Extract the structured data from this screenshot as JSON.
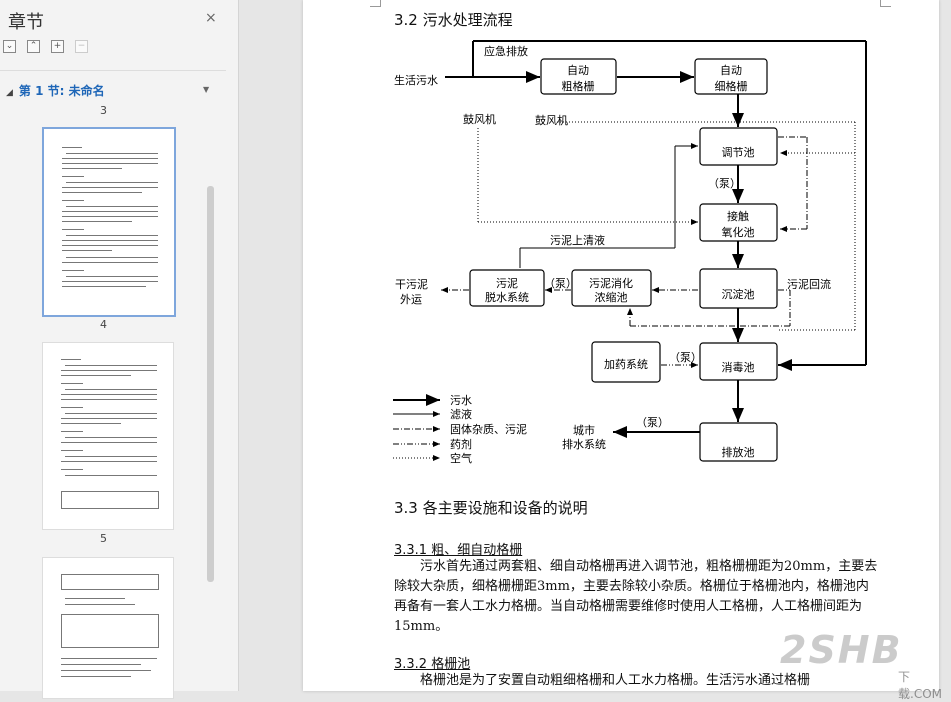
{
  "nav": {
    "title": "章节",
    "close": "×",
    "tools": [
      "⌄",
      "⌃",
      "+",
      "−"
    ],
    "section": "第 1 节: 未命名",
    "page_numbers": [
      "3",
      "4",
      "5"
    ]
  },
  "doc": {
    "h_32": "3.2 污水处理流程",
    "diagram": {
      "n_raw": "生活污水",
      "n_emerg": "应急排放",
      "n_coarse": [
        "自动",
        "粗格栅"
      ],
      "n_fine": [
        "自动",
        "细格栅"
      ],
      "n_fan1": "鼓风机",
      "n_fan2": "鼓风机",
      "n_adjust": "调节池",
      "n_pump1": "（泵）",
      "n_contact": [
        "接触",
        "氧化池"
      ],
      "n_sludge_sup": "污泥上清液",
      "n_sludge_dig": [
        "污泥消化",
        "浓缩池"
      ],
      "n_pump2": "（泵）",
      "n_dewater": [
        "污泥",
        "脱水系统"
      ],
      "n_dry": [
        "干污泥",
        "外运"
      ],
      "n_settle": "沉淀池",
      "n_return": "污泥回流",
      "n_dosing": "加药系统",
      "n_pump3": "（泵）",
      "n_disinfect": "消毒池",
      "n_pump4": "（泵）",
      "n_city": [
        "城市",
        "排水系统"
      ],
      "n_discharge": "排放池",
      "legend": [
        "污水",
        "滤液",
        "固体杂质、污泥",
        "药剂",
        "空气"
      ]
    },
    "h_33": "3.3 各主要设施和设备的说明",
    "h_331": "3.3.1 粗、细自动格栅",
    "p_331": "污水首先通过两套粗、细自动格栅再进入调节池，粗格栅栅距为20mm，主要去除较大杂质，细格栅栅距3mm，主要去除较小杂质。格栅位于格栅池内，格栅池内再备有一套人工水力格栅。当自动格栅需要维修时使用人工格栅，人工格栅间距为15mm。",
    "h_332": "3.3.2 格栅池",
    "p_332": "格栅池是为了安置自动粗细格栅和人工水力格栅。生活污水通过格栅"
  },
  "watermark": {
    "logo": "2SHB",
    "site": "下载.COM"
  }
}
